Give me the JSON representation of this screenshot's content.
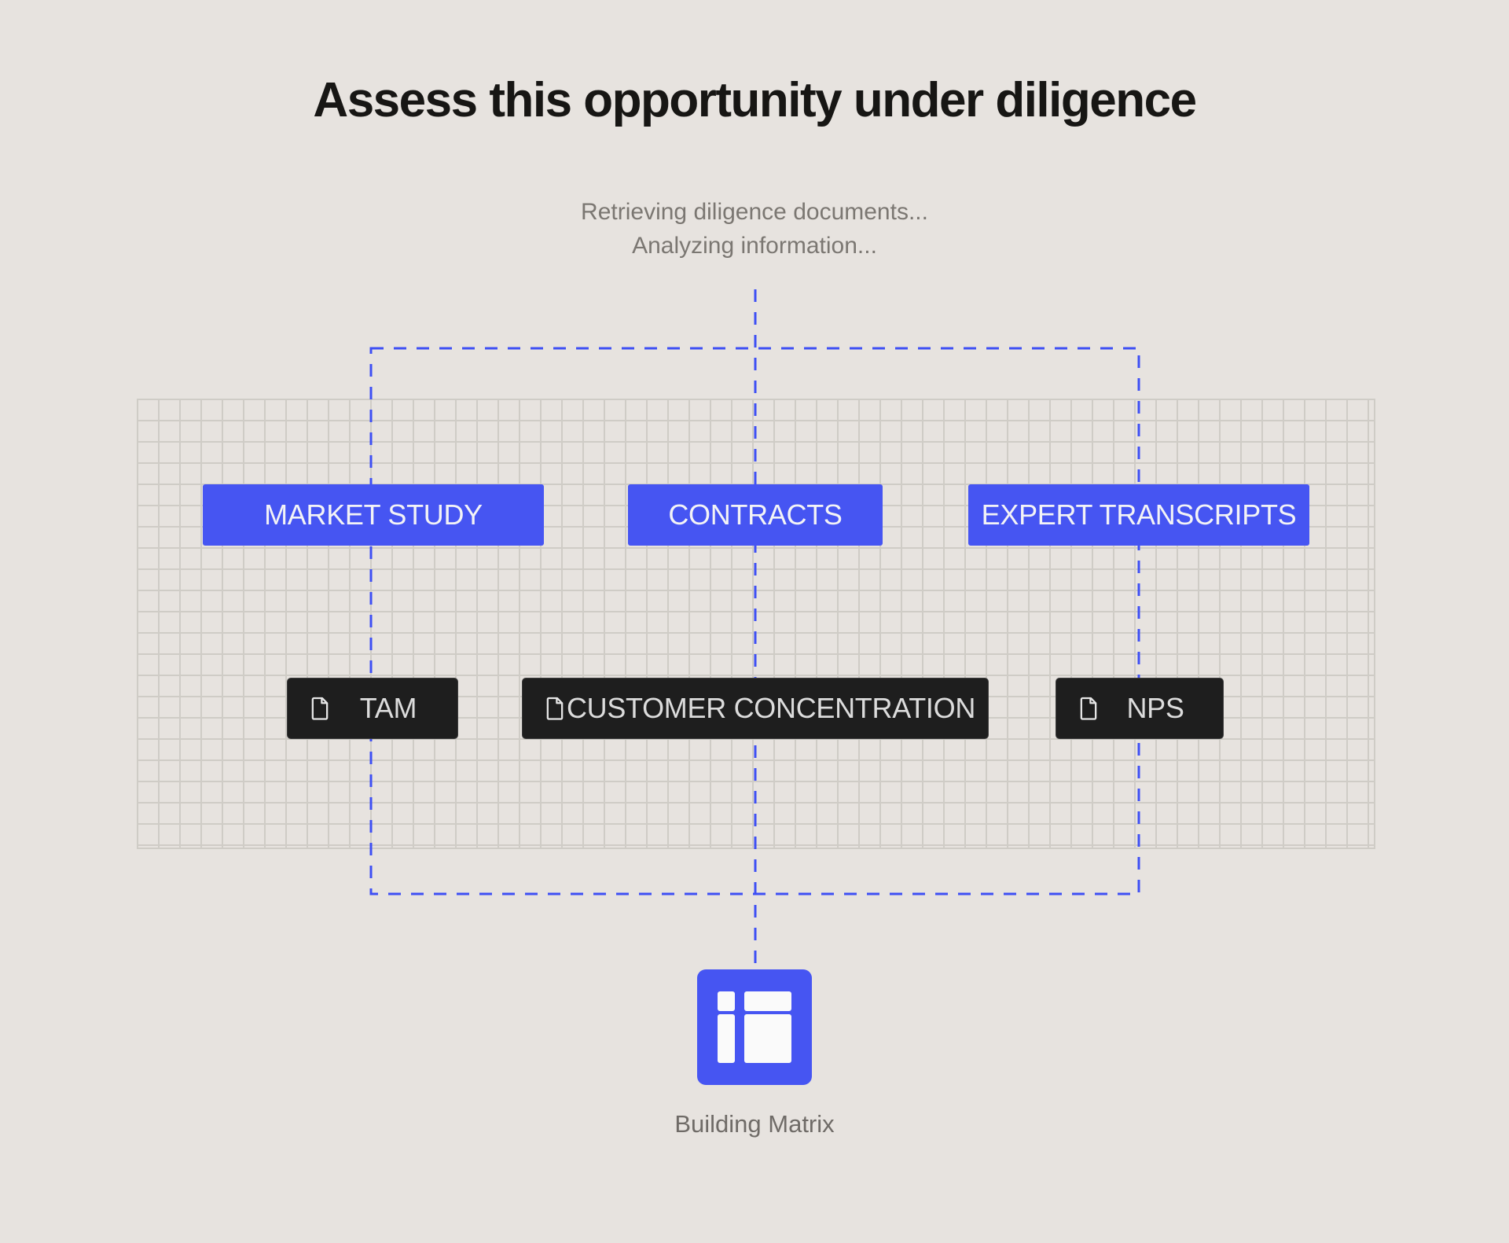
{
  "header": {
    "title": "Assess this opportunity under diligence"
  },
  "status": {
    "lines": [
      "Retrieving diligence documents...",
      "Analyzing information..."
    ]
  },
  "diagram": {
    "sources": [
      {
        "label": "MARKET STUDY"
      },
      {
        "label": "CONTRACTS"
      },
      {
        "label": "EXPERT TRANSCRIPTS"
      }
    ],
    "metrics": [
      {
        "label": "TAM",
        "icon": "document-icon"
      },
      {
        "label": "CUSTOMER CONCENTRATION",
        "icon": "document-icon"
      },
      {
        "label": "NPS",
        "icon": "document-icon"
      }
    ],
    "output": {
      "label": "Building Matrix",
      "icon": "matrix-icon"
    }
  },
  "colors": {
    "background": "#e7e3df",
    "accent_blue": "#4655f2",
    "dashed_blue": "#3e4ff4",
    "dark_chip": "#1e1e1e",
    "grid_line": "#cfccc6",
    "title_text": "#171614",
    "muted_text": "#7b7772"
  }
}
